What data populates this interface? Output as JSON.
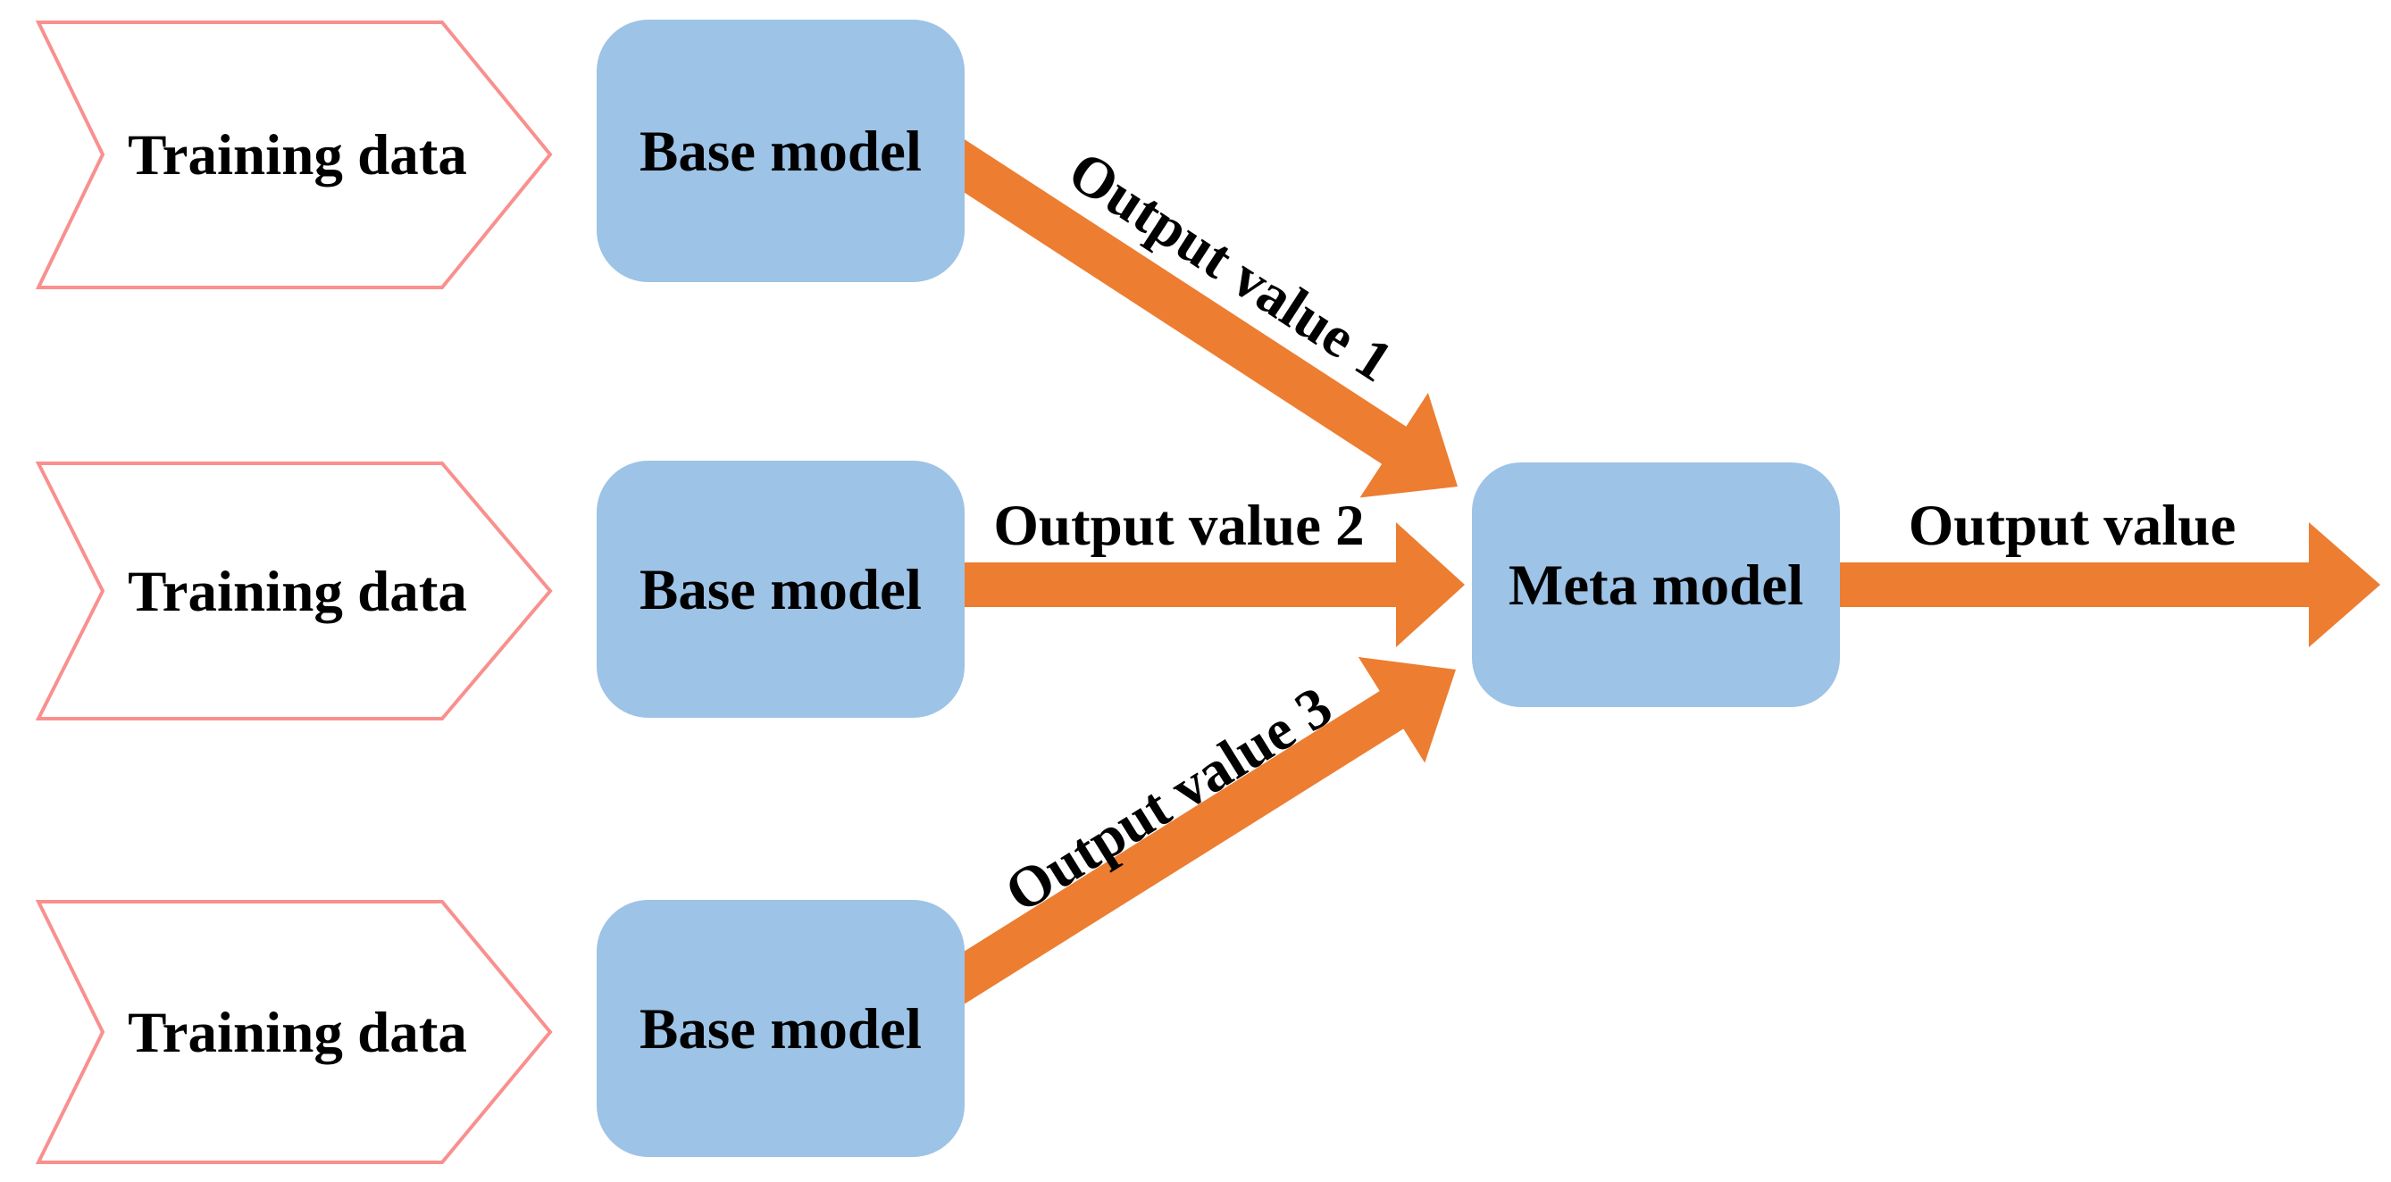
{
  "colors": {
    "arrow_orange": "#ED7D31",
    "node_blue": "#9DC3E6",
    "chevron_pink": "#F9908E",
    "label_black": "#000000",
    "background": "#FFFFFF"
  },
  "nodes": {
    "training_inputs": [
      {
        "label": "Training data"
      },
      {
        "label": "Training data"
      },
      {
        "label": "Training data"
      }
    ],
    "base_models": [
      {
        "label": "Base model"
      },
      {
        "label": "Base model"
      },
      {
        "label": "Base model"
      }
    ],
    "meta_model": {
      "label": "Meta model"
    }
  },
  "arrows": {
    "output_value_1": {
      "label": "Output value 1"
    },
    "output_value_2": {
      "label": "Output value 2"
    },
    "output_value_3": {
      "label": "Output value 3"
    },
    "final_output": {
      "label": "Output value"
    }
  }
}
